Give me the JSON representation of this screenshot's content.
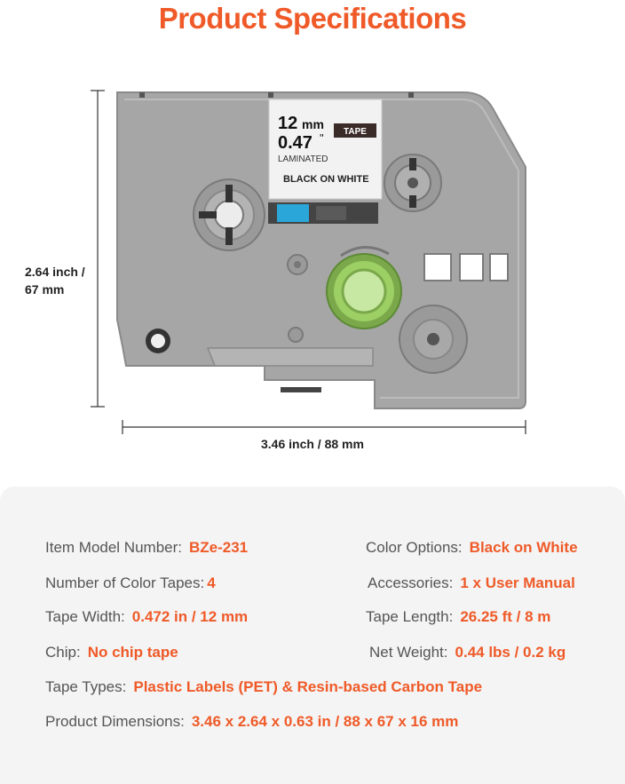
{
  "title": "Product Specifications",
  "colors": {
    "accent": "#ef5a28",
    "cassette_gray": "#a4a4a4",
    "label_text": "#555555",
    "spool_green": "#8cc657"
  },
  "cassette": {
    "tape_width_mm": "12",
    "mm_unit": "mm",
    "tape_width_in": "0.47",
    "inch_mark": "\"",
    "tape_badge": "TAPE",
    "type": "LAMINATED",
    "color_text": "BLACK ON WHITE"
  },
  "dimensions": {
    "height_line1": "2.64 inch /",
    "height_line2": "67 mm",
    "width": "3.46 inch / 88 mm"
  },
  "specs": {
    "model": {
      "label": "Item Model Number:",
      "value": "BZe-231"
    },
    "color_options": {
      "label": "Color Options:",
      "value": "Black on White"
    },
    "num_tapes": {
      "label": "Number of Color Tapes:",
      "value": "4"
    },
    "accessories": {
      "label": "Accessories:",
      "value": "1 x User Manual"
    },
    "tape_width": {
      "label": "Tape Width:",
      "value": "0.472 in / 12 mm"
    },
    "tape_length": {
      "label": "Tape Length:",
      "value": "26.25 ft / 8 m"
    },
    "chip": {
      "label": "Chip:",
      "value": "No chip tape"
    },
    "net_weight": {
      "label": "Net Weight:",
      "value": "0.44 lbs / 0.2 kg"
    },
    "tape_types": {
      "label": "Tape Types:",
      "value": "Plastic Labels (PET) & Resin-based Carbon Tape"
    },
    "dimensions": {
      "label": "Product Dimensions:",
      "value": "3.46 x 2.64 x 0.63 in / 88 x 67 x 16 mm"
    }
  }
}
